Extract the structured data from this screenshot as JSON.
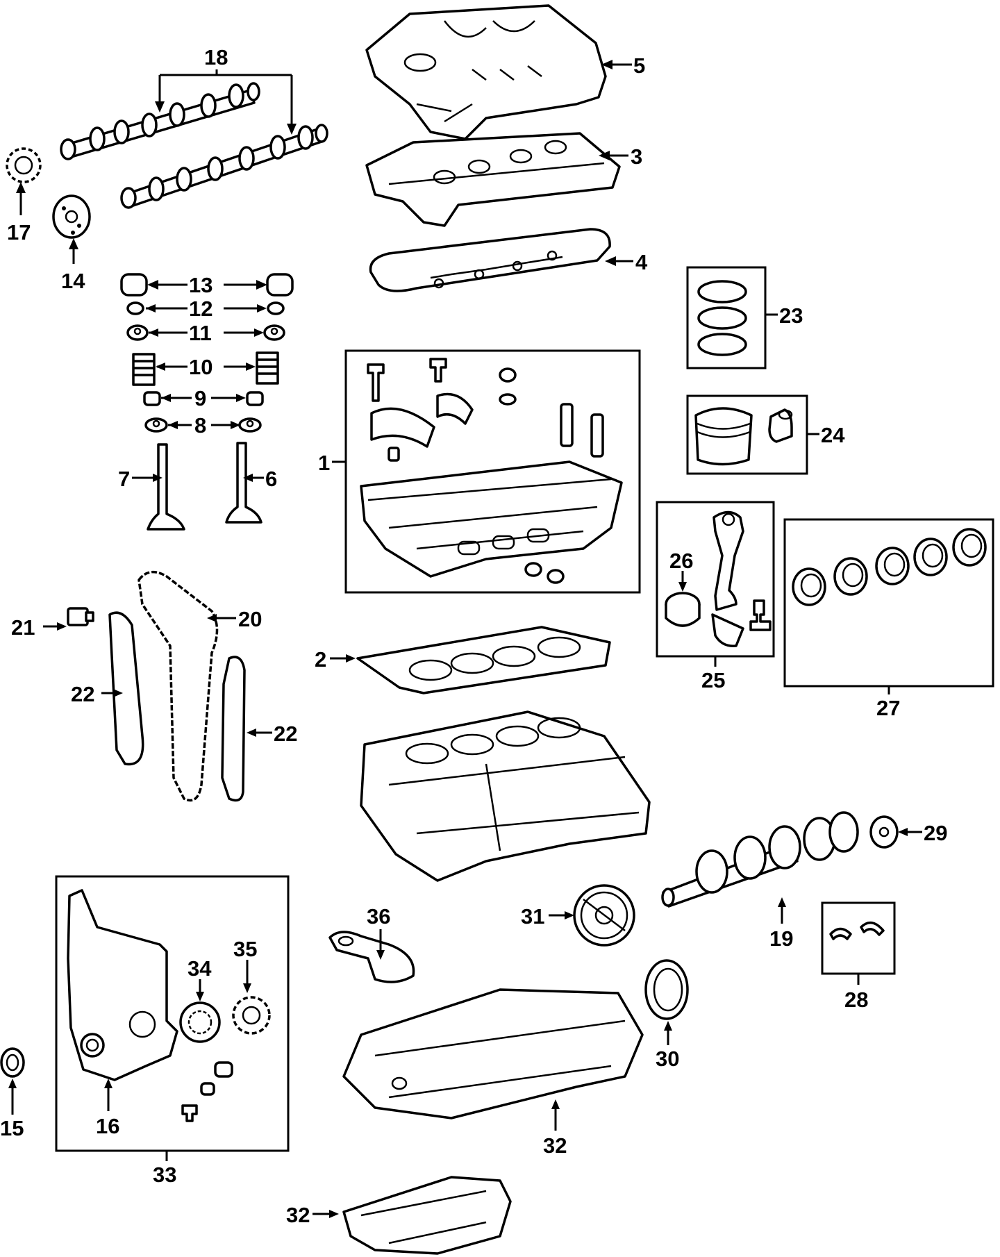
{
  "callouts": {
    "c1": "1",
    "c2": "2",
    "c3": "3",
    "c4": "4",
    "c5": "5",
    "c6": "6",
    "c7": "7",
    "c8": "8",
    "c9": "9",
    "c10": "10",
    "c11": "11",
    "c12": "12",
    "c13": "13",
    "c14": "14",
    "c15": "15",
    "c16": "16",
    "c17": "17",
    "c18": "18",
    "c19": "19",
    "c20": "20",
    "c21": "21",
    "c22a": "22",
    "c22b": "22",
    "c23": "23",
    "c24": "24",
    "c25": "25",
    "c26": "26",
    "c27": "27",
    "c28": "28",
    "c29": "29",
    "c30": "30",
    "c31": "31",
    "c32a": "32",
    "c32b": "32",
    "c33": "33",
    "c34": "34",
    "c35": "35",
    "c36": "36"
  },
  "style": {
    "ink": "#000000",
    "background": "#ffffff"
  }
}
